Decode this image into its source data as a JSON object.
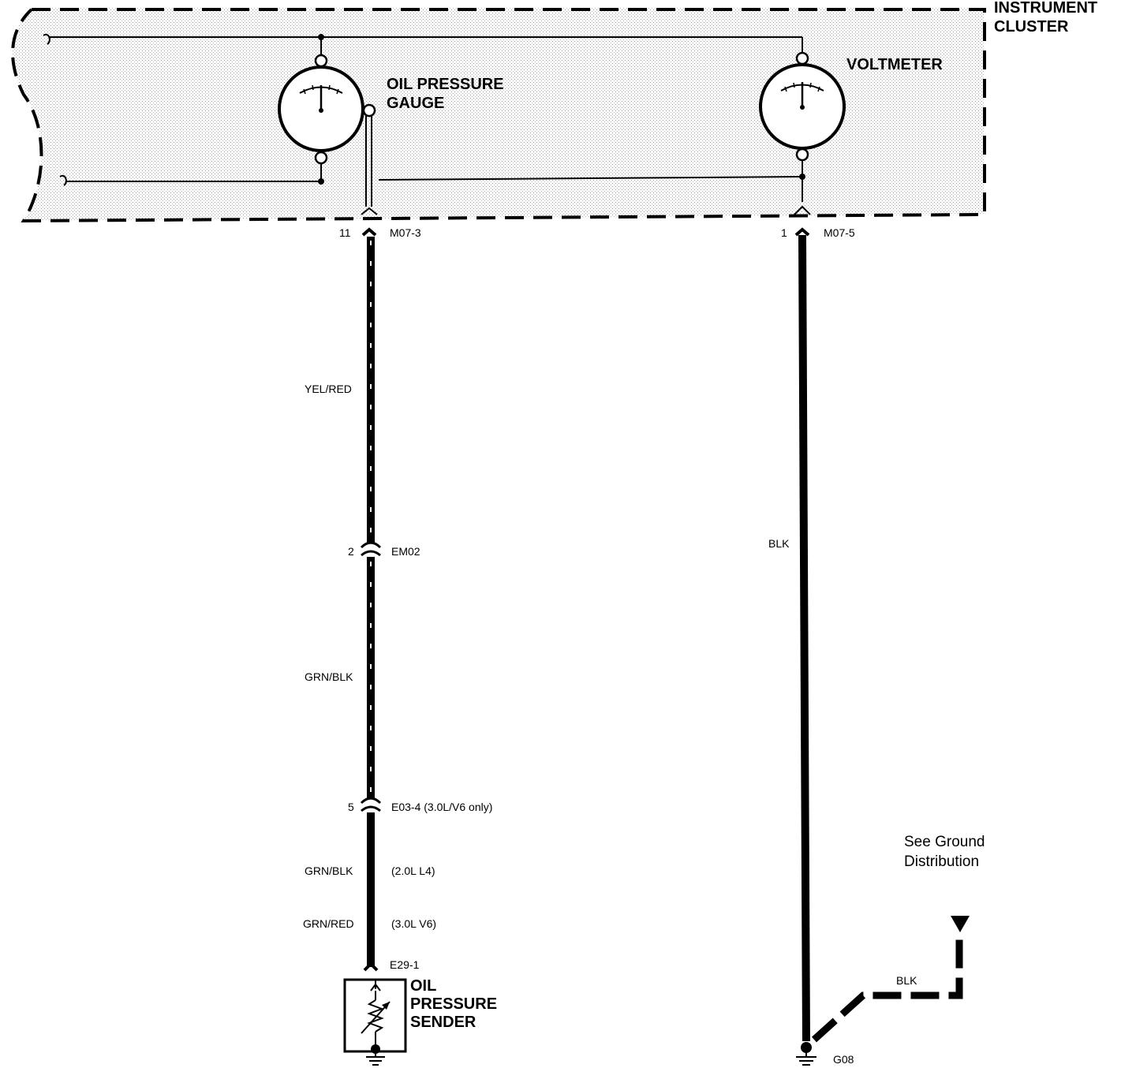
{
  "cluster": {
    "label_line1": "INSTRUMENT",
    "label_line2": "CLUSTER"
  },
  "oil_gauge": {
    "label_line1": "OIL PRESSURE",
    "label_line2": "GAUGE"
  },
  "voltmeter": {
    "label": "VOLTMETER"
  },
  "connectors": {
    "m07_3": {
      "pin": "11",
      "name": "M07-3"
    },
    "m07_5": {
      "pin": "1",
      "name": "M07-5"
    },
    "em02": {
      "pin": "2",
      "name": "EM02"
    },
    "e03_4": {
      "pin": "5",
      "name": "E03-4 (3.0L/V6 only)"
    },
    "e29_1": {
      "name": "E29-1"
    }
  },
  "wires": {
    "yel_red": "YEL/RED",
    "grn_blk_1": "GRN/BLK",
    "grn_blk_2": "GRN/BLK",
    "grn_blk_2_note": "(2.0L L4)",
    "grn_red": "GRN/RED",
    "grn_red_note": "(3.0L V6)",
    "blk_1": "BLK",
    "blk_2": "BLK"
  },
  "sender": {
    "label_line1": "OIL",
    "label_line2": "PRESSURE",
    "label_line3": "SENDER"
  },
  "ground": {
    "name": "G08",
    "see_line1": "See Ground",
    "see_line2": "Distribution"
  }
}
